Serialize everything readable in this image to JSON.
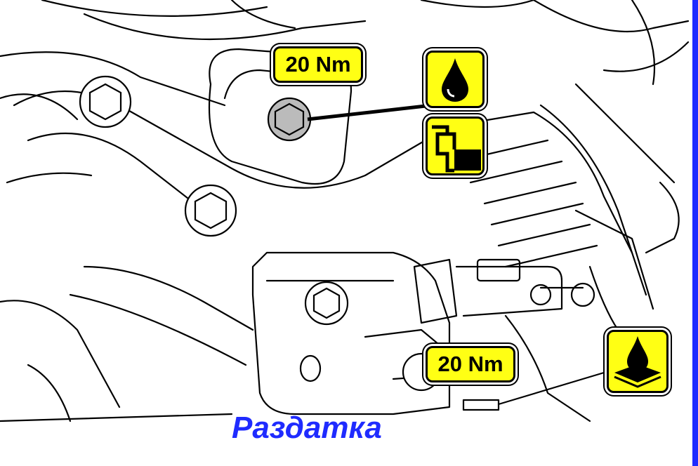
{
  "callouts": {
    "torque_upper": "20 Nm",
    "torque_lower": "20 Nm"
  },
  "icons": {
    "oil_drop": "oil-drop-icon",
    "fill_level": "fill-level-icon",
    "drain_sealant": "oil-sealant-icon"
  },
  "caption": "Раздатка",
  "colors": {
    "badge": "#ffff14",
    "caption": "#1f2bff",
    "frame": "#1f2bff"
  }
}
